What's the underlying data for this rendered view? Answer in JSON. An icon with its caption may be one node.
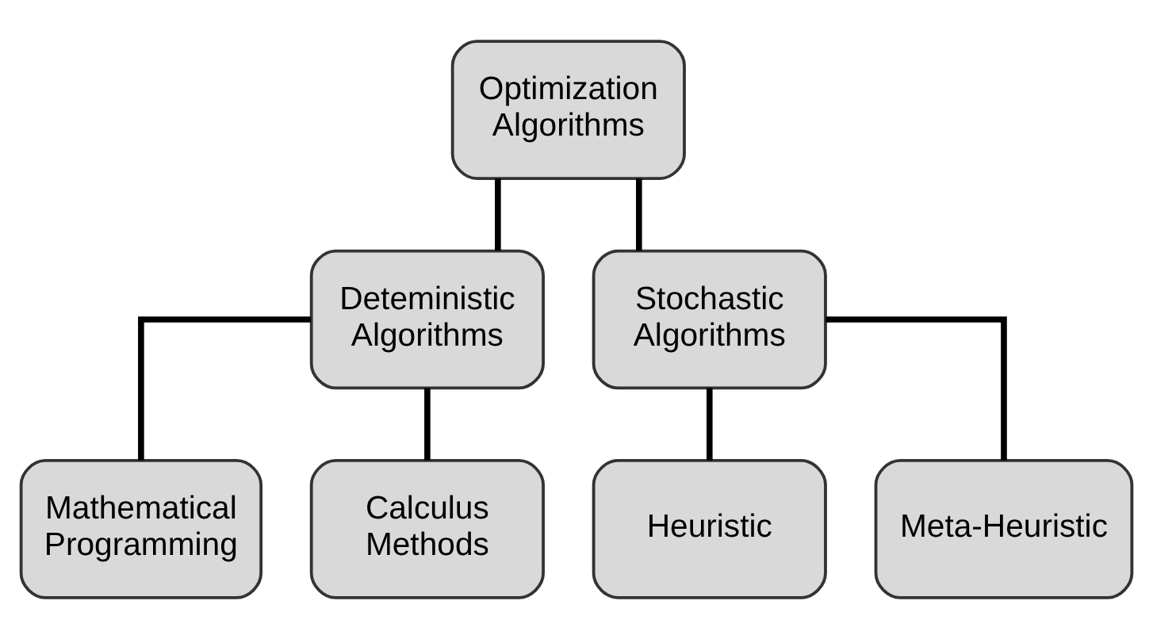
{
  "diagram": {
    "nodes": [
      {
        "text": [
          "Optimization Algorithms"
        ]
      },
      {
        "text": [
          "Deteministic Algorithms"
        ]
      },
      {
        "text": [
          "Stochastic Algorithms"
        ]
      },
      {
        "text": [
          "Mathematical Programming"
        ]
      },
      {
        "text": [
          "Calculus Methods"
        ]
      },
      {
        "text": [
          "Heuristic"
        ]
      },
      {
        "text": [
          "Meta-Heuristic"
        ]
      }
    ],
    "edges": [
      {
        "from": 0,
        "to": 1,
        "arrow": "none"
      },
      {
        "from": 0,
        "to": 2,
        "arrow": "none"
      },
      {
        "from": 1,
        "to": 3,
        "arrow": "none"
      },
      {
        "from": 1,
        "to": 4,
        "arrow": "none"
      },
      {
        "from": 2,
        "to": 5,
        "arrow": "none"
      },
      {
        "from": 2,
        "to": 6,
        "arrow": "none"
      }
    ]
  }
}
